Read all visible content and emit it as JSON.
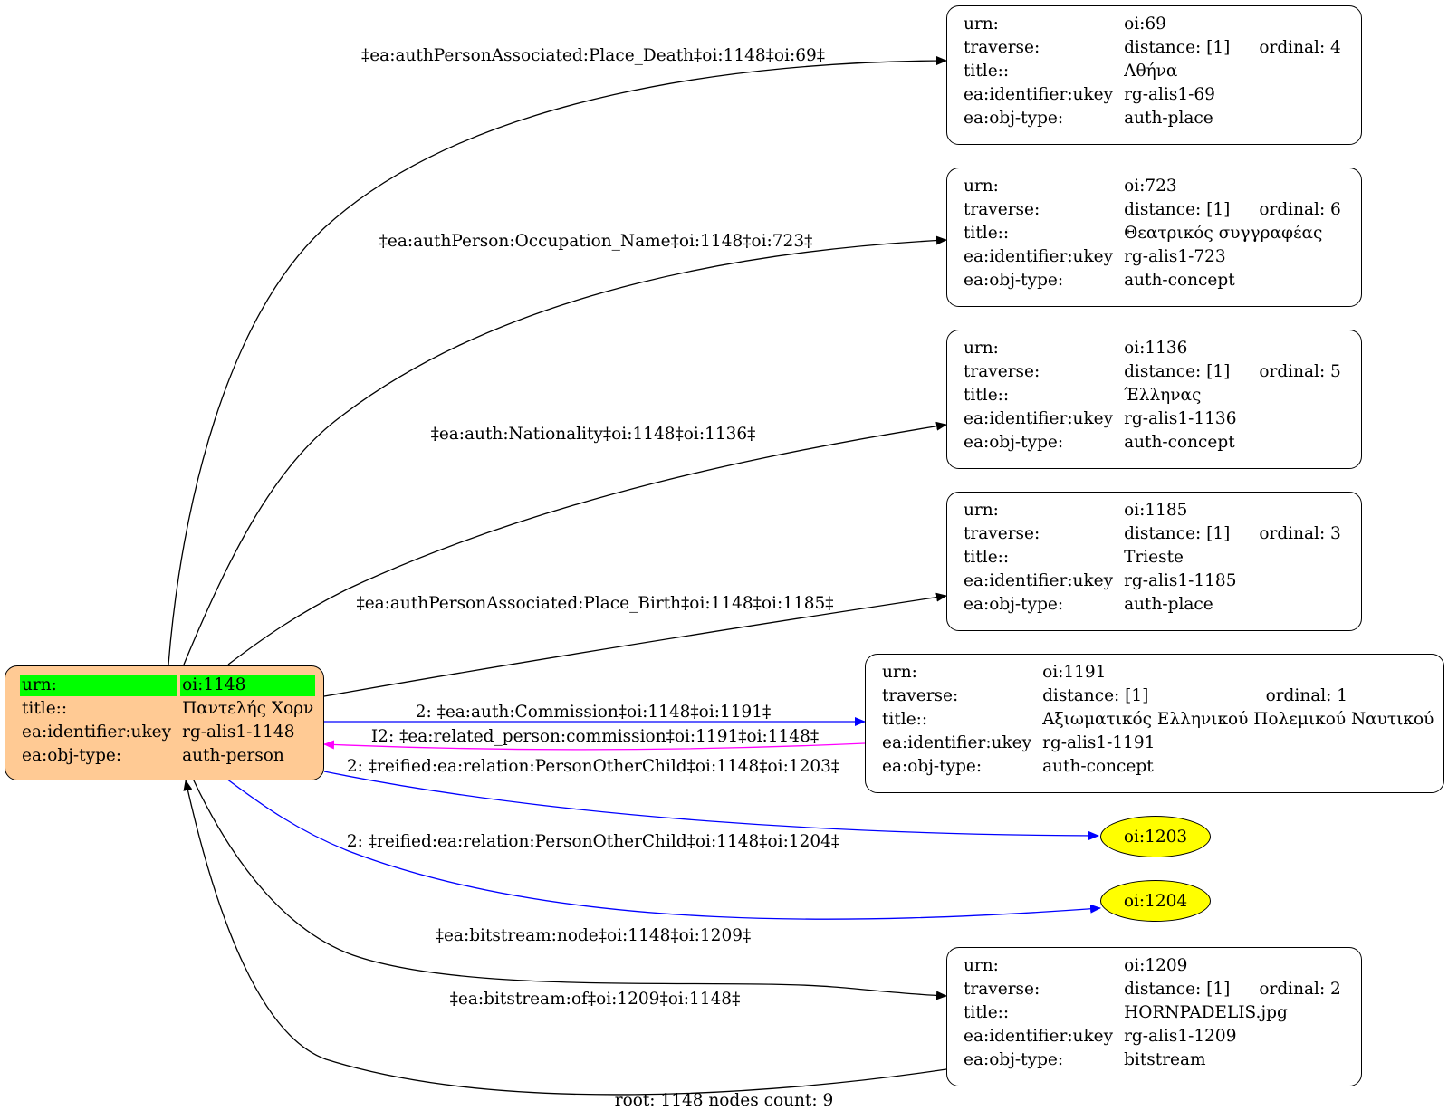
{
  "root": {
    "rows": [
      {
        "key": "urn:",
        "value": "oi:1148"
      },
      {
        "key": "title::",
        "value": "Παντελής Χορν"
      },
      {
        "key": "ea:identifier:ukey",
        "value": "rg-alis1-1148"
      },
      {
        "key": "ea:obj-type:",
        "value": "auth-person"
      }
    ]
  },
  "nodes": {
    "n69": {
      "urn_label": "urn:",
      "urn": "oi:69",
      "traverse_label": "traverse:",
      "distance": "distance: [1]",
      "ordinal": "ordinal: 4",
      "title_label": "title::",
      "title": "Αθήνα",
      "ukey_label": "ea:identifier:ukey",
      "ukey": "rg-alis1-69",
      "type_label": "ea:obj-type:",
      "type": "auth-place"
    },
    "n723": {
      "urn_label": "urn:",
      "urn": "oi:723",
      "traverse_label": "traverse:",
      "distance": "distance: [1]",
      "ordinal": "ordinal: 6",
      "title_label": "title::",
      "title": "Θεατρικός συγγραφέας",
      "ukey_label": "ea:identifier:ukey",
      "ukey": "rg-alis1-723",
      "type_label": "ea:obj-type:",
      "type": "auth-concept"
    },
    "n1136": {
      "urn_label": "urn:",
      "urn": "oi:1136",
      "traverse_label": "traverse:",
      "distance": "distance: [1]",
      "ordinal": "ordinal: 5",
      "title_label": "title::",
      "title": "Έλληνας",
      "ukey_label": "ea:identifier:ukey",
      "ukey": "rg-alis1-1136",
      "type_label": "ea:obj-type:",
      "type": "auth-concept"
    },
    "n1185": {
      "urn_label": "urn:",
      "urn": "oi:1185",
      "traverse_label": "traverse:",
      "distance": "distance: [1]",
      "ordinal": "ordinal: 3",
      "title_label": "title::",
      "title": "Trieste",
      "ukey_label": "ea:identifier:ukey",
      "ukey": "rg-alis1-1185",
      "type_label": "ea:obj-type:",
      "type": "auth-place"
    },
    "n1191": {
      "urn_label": "urn:",
      "urn": "oi:1191",
      "traverse_label": "traverse:",
      "distance": "distance: [1]",
      "ordinal": "ordinal: 1",
      "title_label": "title::",
      "title": "Αξιωματικός Ελληνικού Πολεμικού Ναυτικού",
      "ukey_label": "ea:identifier:ukey",
      "ukey": "rg-alis1-1191",
      "type_label": "ea:obj-type:",
      "type": "auth-concept"
    },
    "n1209": {
      "urn_label": "urn:",
      "urn": "oi:1209",
      "traverse_label": "traverse:",
      "distance": "distance: [1]",
      "ordinal": "ordinal: 2",
      "title_label": "title::",
      "title": "HORNPADELIS.jpg",
      "ukey_label": "ea:identifier:ukey",
      "ukey": "rg-alis1-1209",
      "type_label": "ea:obj-type:",
      "type": "bitstream"
    }
  },
  "ellipses": {
    "e1203": "oi:1203",
    "e1204": "oi:1204"
  },
  "edges": {
    "e_place_death": "‡ea:authPersonAssociated:Place_Death‡oi:1148‡oi:69‡",
    "e_occupation": "‡ea:authPerson:Occupation_Name‡oi:1148‡oi:723‡",
    "e_nationality": "‡ea:auth:Nationality‡oi:1148‡oi:1136‡",
    "e_place_birth": "‡ea:authPersonAssociated:Place_Birth‡oi:1148‡oi:1185‡",
    "e_commission": "2: ‡ea:auth:Commission‡oi:1148‡oi:1191‡",
    "e_related_commission": "I2: ‡ea:related_person:commission‡oi:1191‡oi:1148‡",
    "e_child_1203": "2: ‡reified:ea:relation:PersonOtherChild‡oi:1148‡oi:1203‡",
    "e_child_1204": "2: ‡reified:ea:relation:PersonOtherChild‡oi:1148‡oi:1204‡",
    "e_bitstream_node": "‡ea:bitstream:node‡oi:1148‡oi:1209‡",
    "e_bitstream_of": "‡ea:bitstream:of‡oi:1209‡oi:1148‡"
  },
  "colors": {
    "black_edge": "#000000",
    "blue_edge": "#0000ff",
    "magenta_edge": "#ff00ff",
    "root_fill": "#ffca94",
    "urn_highlight": "#00ff00",
    "ellipse_fill": "#ffff00"
  },
  "footer": "root: 1148 nodes count: 9"
}
